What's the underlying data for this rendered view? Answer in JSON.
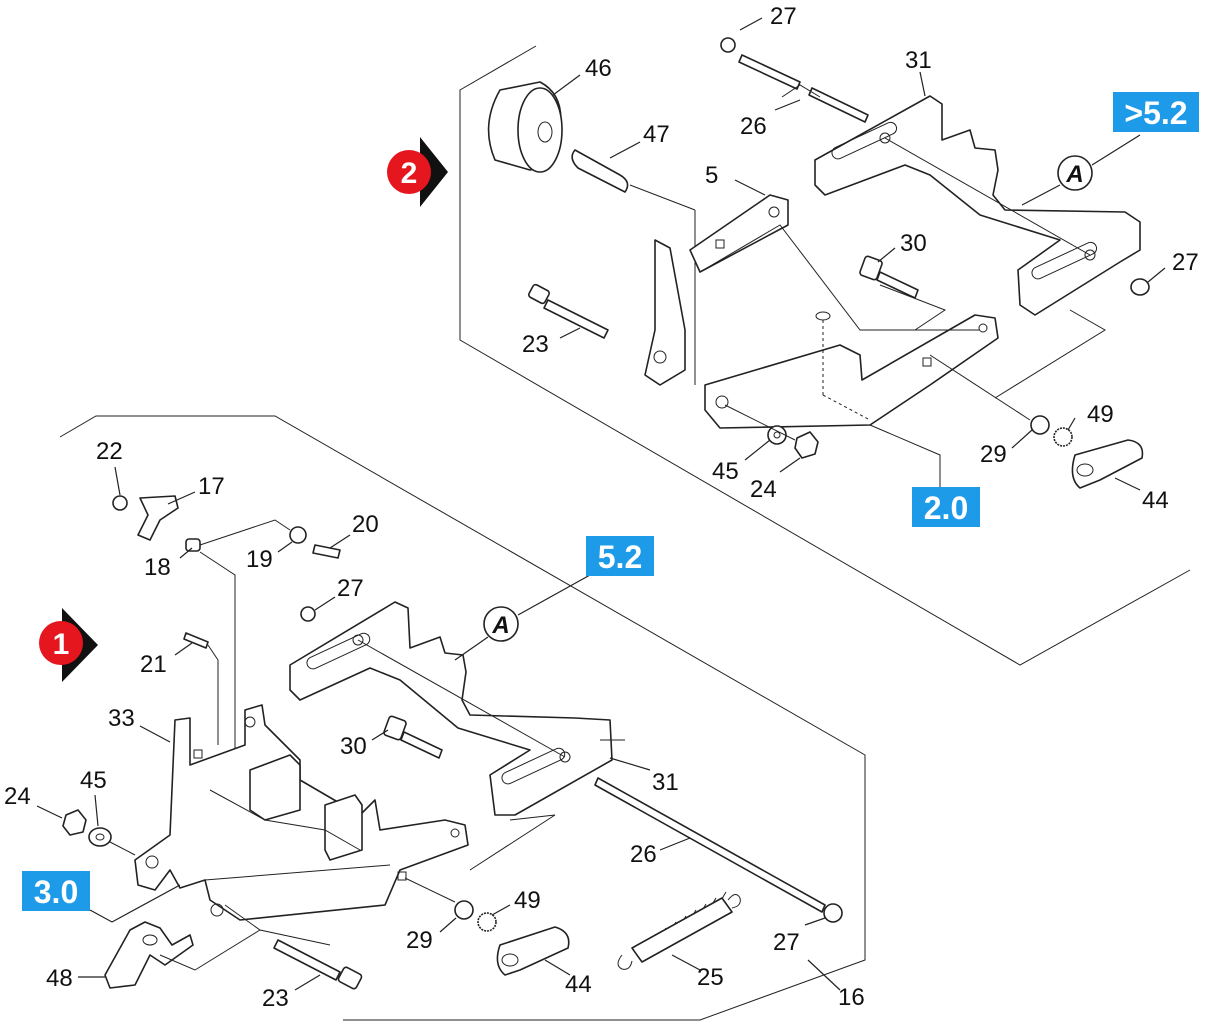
{
  "assembly_1": {
    "badge": "1",
    "tag_left": "3.0",
    "tag_ref": "5.2",
    "ref_letter": "A",
    "labels": {
      "p22": "22",
      "p17": "17",
      "p18": "18",
      "p19": "19",
      "p20": "20",
      "p27a": "27",
      "p21": "21",
      "p33": "33",
      "p30": "30",
      "p31": "31",
      "p24": "24",
      "p45": "45",
      "p26": "26",
      "p29": "29",
      "p49": "49",
      "p48": "48",
      "p44": "44",
      "p27b": "27",
      "p25": "25",
      "p23": "23",
      "p16": "16"
    }
  },
  "assembly_2": {
    "badge": "2",
    "tag_ref": ">5.2",
    "tag_bottom": "2.0",
    "ref_letter": "A",
    "labels": {
      "p27a": "27",
      "p46": "46",
      "p31": "31",
      "p26": "26",
      "p47": "47",
      "p5": "5",
      "p30": "30",
      "p27b": "27",
      "p23": "23",
      "p49": "49",
      "p29": "29",
      "p45": "45",
      "p24": "24",
      "p44": "44"
    }
  }
}
